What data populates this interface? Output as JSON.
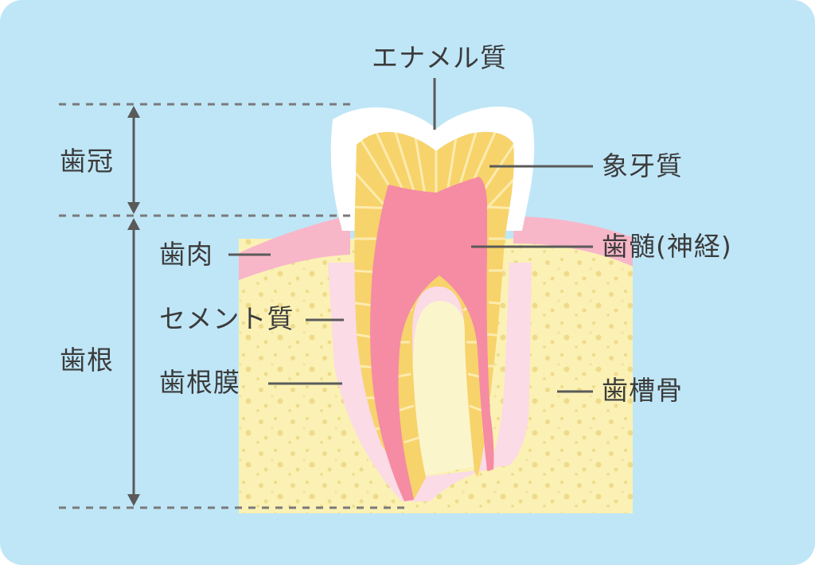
{
  "labels": {
    "enamel": "エナメル質",
    "dentin": "象牙質",
    "pulp": "歯髄(神経)",
    "crown": "歯冠",
    "gum": "歯肉",
    "cementum": "セメント質",
    "root": "歯根",
    "periodontal_ligament": "歯根膜",
    "alveolar_bone": "歯槽骨"
  },
  "colors": {
    "background": "#bfe6f7",
    "enamel": "#ffffff",
    "dentin": "#f7d36b",
    "pulp": "#f58ca3",
    "gum": "#f7b7c9",
    "bone": "#fbf1b4",
    "ligament": "#fadbe6",
    "leader_line": "#5a5a5a"
  }
}
